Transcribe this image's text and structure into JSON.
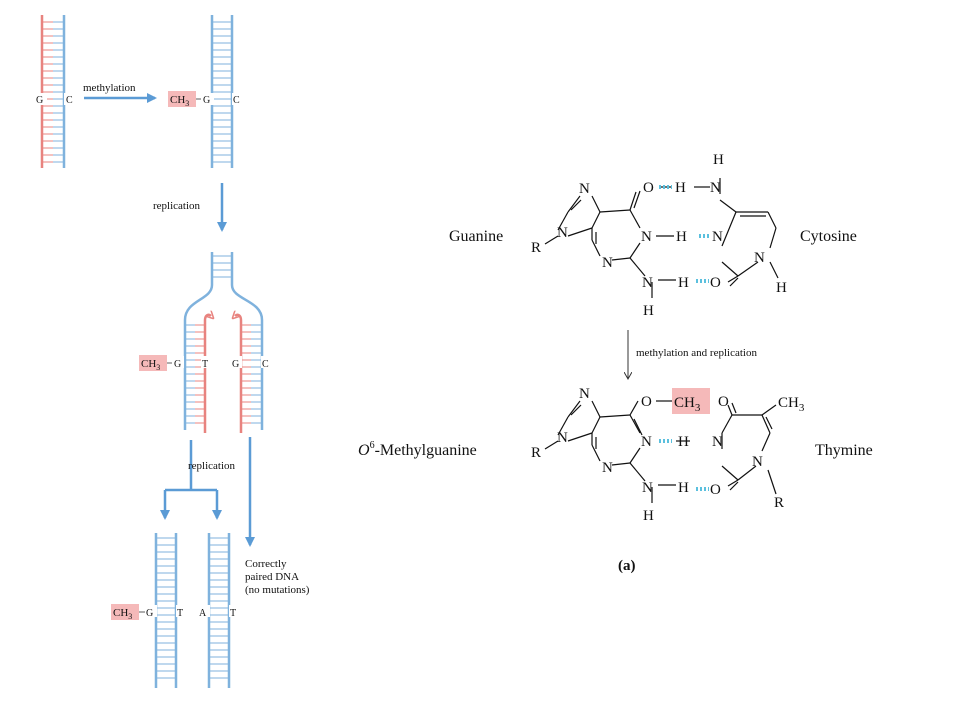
{
  "left_panel": {
    "base_g": "G",
    "base_c": "C",
    "methylation": "methylation",
    "ch3": "CH",
    "ch3_sub": "3",
    "replication_1": "replication",
    "replication_2": "replication",
    "base_t": "T",
    "base_a": "A",
    "correct_line1": "Correctly",
    "correct_line2": "paired DNA",
    "correct_line3": "(no mutations)"
  },
  "right_panel": {
    "guanine": "Guanine",
    "cytosine": "Cytosine",
    "methylguanine_sup": "6",
    "methylguanine_o": "O",
    "methylguanine_rest": "-Methylguanine",
    "thymine": "Thymine",
    "step": "methylation and replication",
    "panel_label": "(a)",
    "atom_n": "N",
    "atom_h": "H",
    "atom_o": "O",
    "atom_r": "R",
    "ch3": "CH",
    "ch3_sub": "3"
  },
  "colors": {
    "red_strand": "#e8837f",
    "blue_strand": "#7fb2dd",
    "arrow": "#5b9bd5",
    "highlight": "#f5b9b9",
    "hbond": "#5bc0de"
  }
}
